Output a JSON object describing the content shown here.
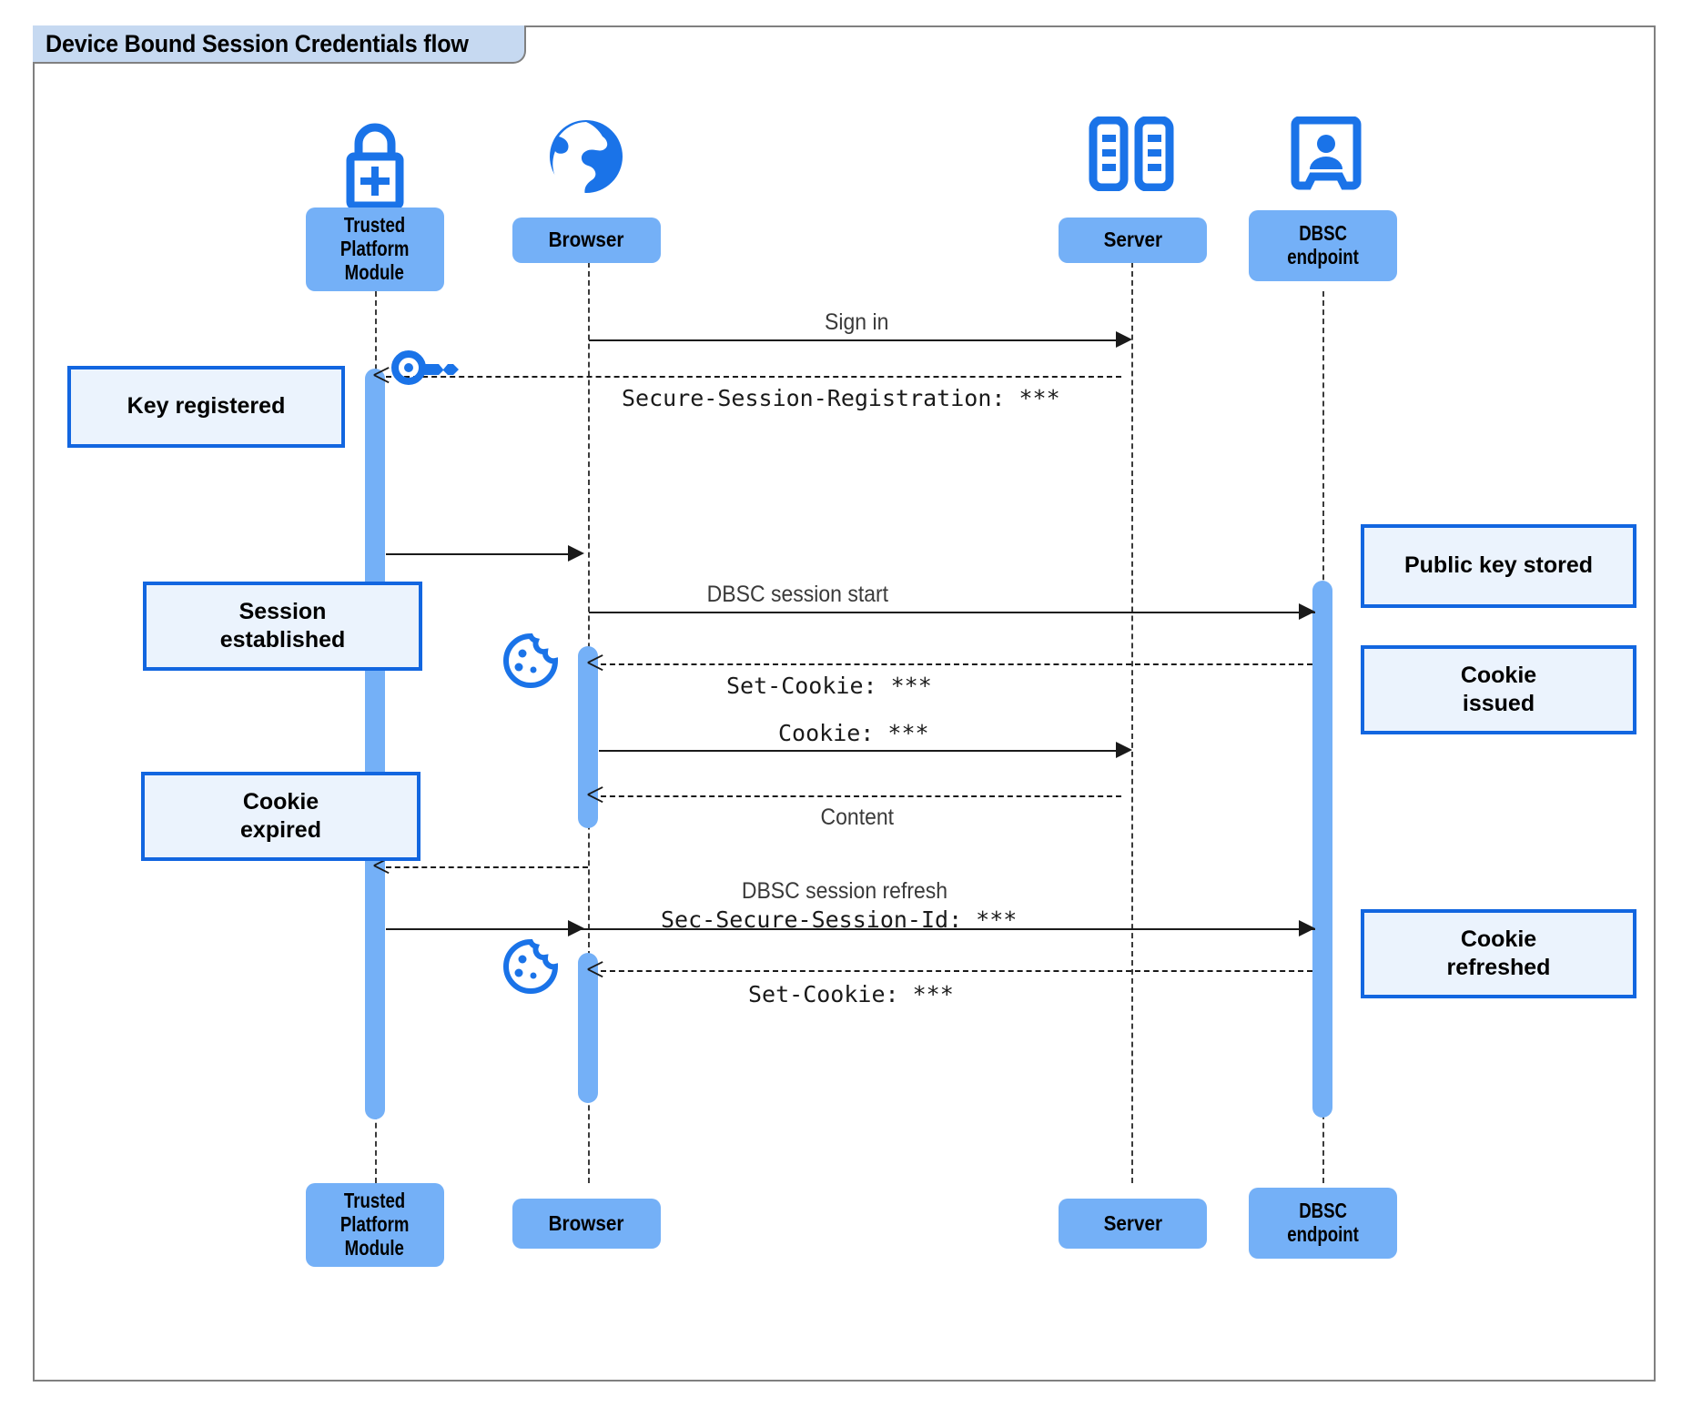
{
  "diagram": {
    "type": "sequence-diagram",
    "title": "Device Bound Session Credentials flow",
    "colors": {
      "participant_fill": "#74b0f7",
      "note_fill": "#ebf3fd",
      "note_border": "#1266e0",
      "icon_blue": "#1a73e8",
      "frame_border": "#808080",
      "title_tab_fill": "#c6d9f1",
      "line": "#1a1a1a"
    },
    "participants": [
      {
        "id": "tpm",
        "label": "Trusted\nPlatform\nModule",
        "label_line1": "Trusted",
        "label_line2": "Platform",
        "label_line3": "Module",
        "icon": "lock-plus-icon"
      },
      {
        "id": "browser",
        "label": "Browser",
        "icon": "globe-icon"
      },
      {
        "id": "server",
        "label": "Server",
        "icon": "server-racks-icon"
      },
      {
        "id": "dbsc",
        "label": "DBSC\nendpoint",
        "label_line1": "DBSC",
        "label_line2": "endpoint",
        "icon": "id-badge-icon"
      }
    ],
    "messages": [
      {
        "id": "m1",
        "from": "browser",
        "to": "server",
        "label": "Sign in",
        "style": "solid",
        "font": "sans"
      },
      {
        "id": "m2",
        "from": "server",
        "to": "tpm",
        "label": "Secure-Session-Registration: ***",
        "style": "dashed",
        "font": "mono"
      },
      {
        "id": "m3",
        "from": "tpm",
        "to": "browser",
        "label": "",
        "style": "solid",
        "font": "sans"
      },
      {
        "id": "m4",
        "from": "browser",
        "to": "dbsc",
        "label": "DBSC session start",
        "style": "solid",
        "font": "sans"
      },
      {
        "id": "m5",
        "from": "dbsc",
        "to": "browser",
        "label": "Set-Cookie: ***",
        "style": "dashed",
        "font": "mono"
      },
      {
        "id": "m6",
        "from": "browser",
        "to": "server",
        "label": "Cookie: ***",
        "style": "solid",
        "font": "mono"
      },
      {
        "id": "m7",
        "from": "server",
        "to": "browser",
        "label": "Content",
        "style": "dashed",
        "font": "sans"
      },
      {
        "id": "m8",
        "from": "browser",
        "to": "tpm",
        "label": "",
        "style": "dashed",
        "font": "sans"
      },
      {
        "id": "m9",
        "from": "tpm",
        "to": "dbsc",
        "label": "DBSC session refresh",
        "label2": "Sec-Secure-Session-Id: ***",
        "style": "solid",
        "font": "sans"
      },
      {
        "id": "m10",
        "from": "dbsc",
        "to": "browser",
        "label": "Set-Cookie: ***",
        "style": "dashed",
        "font": "mono"
      }
    ],
    "notes": [
      {
        "id": "n1",
        "text": "Key registered",
        "side": "left",
        "near": "tpm"
      },
      {
        "id": "n2",
        "text_line1": "Session",
        "text_line2": "established",
        "side": "left",
        "near": "tpm"
      },
      {
        "id": "n3",
        "text_line1": "Cookie",
        "text_line2": "expired",
        "side": "left",
        "near": "tpm"
      },
      {
        "id": "n4",
        "text": "Public key stored",
        "side": "right",
        "near": "dbsc"
      },
      {
        "id": "n5",
        "text_line1": "Cookie",
        "text_line2": "issued",
        "side": "right",
        "near": "dbsc"
      },
      {
        "id": "n6",
        "text_line1": "Cookie",
        "text_line2": "refreshed",
        "side": "right",
        "near": "dbsc"
      }
    ],
    "inline_icons": [
      {
        "id": "key1",
        "name": "key-icon",
        "near": "tpm"
      },
      {
        "id": "cookie1",
        "name": "cookie-icon",
        "near": "browser"
      },
      {
        "id": "cookie2",
        "name": "cookie-icon",
        "near": "browser"
      }
    ]
  }
}
